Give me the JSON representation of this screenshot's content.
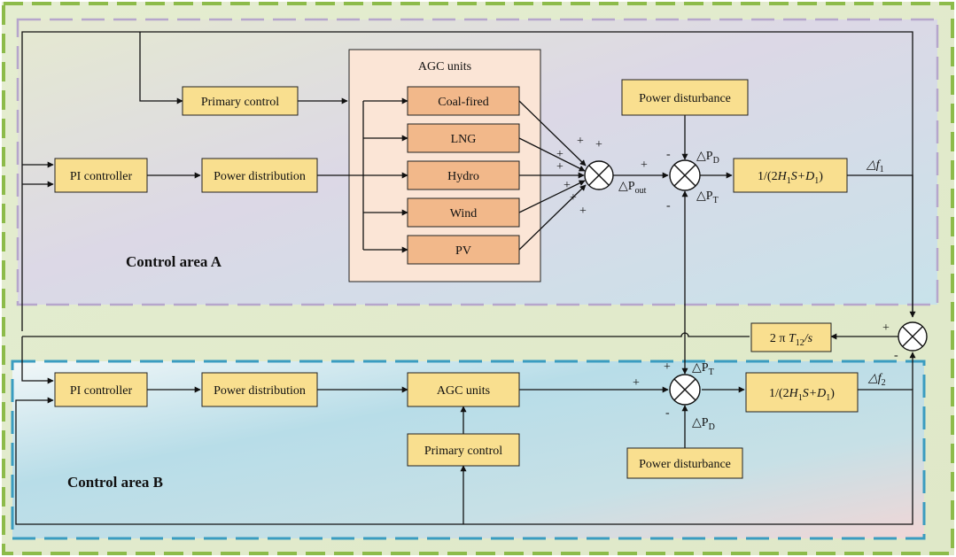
{
  "area_a": {
    "title": "Control area A",
    "agc_group_title": "AGC units",
    "pi_controller": "PI controller",
    "power_distribution": "Power distribution",
    "primary_control": "Primary control",
    "units": [
      "Coal-fired",
      "LNG",
      "Hydro",
      "Wind",
      "PV"
    ],
    "power_disturbance": "Power disturbance",
    "transfer_base": "1/(2",
    "transfer_H": "H",
    "transfer_sub1": "1",
    "transfer_S": "S+",
    "transfer_D": "D",
    "transfer_sub2": "1",
    "transfer_end": ")",
    "delta_p_out": "△P",
    "delta_p_out_sub": "out",
    "delta_pd": "△P",
    "delta_pd_sub": "D",
    "delta_pt": "△P",
    "delta_pt_sub": "T",
    "delta_f": "△f",
    "delta_f_sub": "1"
  },
  "area_b": {
    "title": "Control area B",
    "pi_controller": "PI controller",
    "power_distribution": "Power distribution",
    "agc_units": "AGC units",
    "primary_control": "Primary control",
    "power_disturbance": "Power disturbance",
    "transfer_base": "1/(2",
    "transfer_H": "H",
    "transfer_sub1": "1",
    "transfer_S": "S+",
    "transfer_D": "D",
    "transfer_sub2": "1",
    "transfer_end": ")",
    "delta_pt": "△P",
    "delta_pt_sub": "T",
    "delta_pd": "△P",
    "delta_pd_sub": "D",
    "delta_f": "△f",
    "delta_f_sub": "2"
  },
  "tie_line": {
    "prefix": "2 π ",
    "T": "T",
    "sub": "12",
    "suffix": "/s"
  },
  "signs": {
    "plus": "+",
    "minus": "-"
  },
  "colors": {
    "outer_dash": "#8dbb4a",
    "area_a_dash": "#b6a6cc",
    "area_b_dash": "#3a9cc0",
    "block_fill": "#f9df8f",
    "agc_unit_fill": "#f2b88a",
    "agc_group_fill": "#fbe5d6"
  }
}
